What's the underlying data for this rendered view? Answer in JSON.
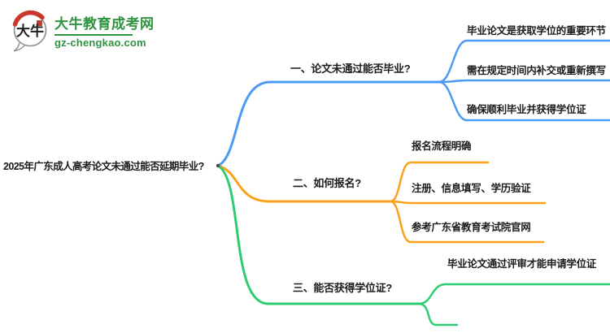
{
  "logo": {
    "brand": "大牛教育成考网",
    "domain": "gz-chengkao.com",
    "icon_text": "大牛",
    "brand_color": "#2e9440",
    "icon_accent_color": "#c9392b"
  },
  "root": {
    "label": "2025年广东成人高考论文未通过能否延期毕业?"
  },
  "branches": [
    {
      "label": "一、论文未通过能否毕业?",
      "color": "#4b9bf5",
      "children": [
        "毕业论文是获取学位的重要环节",
        "需在规定时间内补交或重新撰写",
        "确保顺利毕业并获得学位证"
      ]
    },
    {
      "label": "二、如何报名?",
      "color": "#faa21b",
      "children": [
        "报名流程明确",
        "注册、信息填写、学历验证",
        "参考广东省教育考试院官网"
      ]
    },
    {
      "label": "三、能否获得学位证?",
      "color": "#2ecc71",
      "children": [
        "毕业论文通过评审才能申请学位证"
      ]
    }
  ]
}
